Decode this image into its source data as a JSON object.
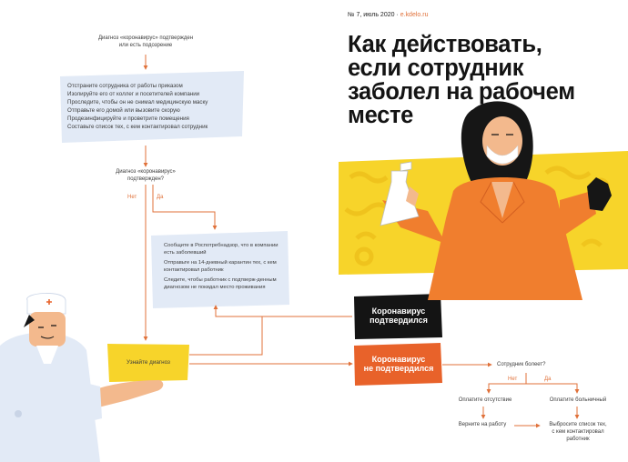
{
  "header": {
    "issue": "№ 7, июль 2020 · ",
    "site": "e.kdelo.ru",
    "title_lines": [
      "Как действовать,",
      "если сотрудник",
      "заболел на рабочем",
      "месте"
    ]
  },
  "flow": {
    "start_text_1": "Диагноз «коронавирус» подтвержден",
    "start_text_2": "или есть подозрение",
    "steps": [
      "Отстраните сотрудника от работы приказом",
      "Изолируйте его от коллег и посетителей компании",
      "Проследите, чтобы он не снимал медицинскую маску",
      "Отправьте его домой или вызовите скорую",
      "Продезинфицируйте и проветрите помещения",
      "Составьте список тех, с кем контактировал сотрудник"
    ],
    "question_1": "Диагноз «коронавирус»",
    "question_2": "подтвержден?",
    "no_label": "Нет",
    "yes_label": "Да",
    "confirmed_steps": [
      "Сообщите в Роспотребнадзор, что в компании есть заболевший",
      "Отправьте на 14-дневный карантин тех, с кем контактировал работник",
      "Следите, чтобы работник с подтверж-денным диагнозом не покидал место проживания"
    ],
    "find_out": "Узнайте диагноз",
    "confirmed_1": "Коронавирус",
    "confirmed_2": "подтвердился",
    "not_confirmed_1": "Коронавирус",
    "not_confirmed_2": "не подтвердился",
    "sick_question": "Сотрудник болеет?",
    "no_label_2": "Нет",
    "yes_label_2": "Да",
    "pay_absence": "Оплатите отсутствие",
    "pay_sick": "Оплатите больничный",
    "return_work": "Верните на работу",
    "discard_1": "Выбросите список тех,",
    "discard_2": "с кем контактировал",
    "discard_3": "работник"
  },
  "colors": {
    "accent": "#e0713a",
    "yellow": "#f7d42a",
    "light_blue": "#e2eaf6",
    "dark": "#141414",
    "orange_box": "#e8622a"
  }
}
